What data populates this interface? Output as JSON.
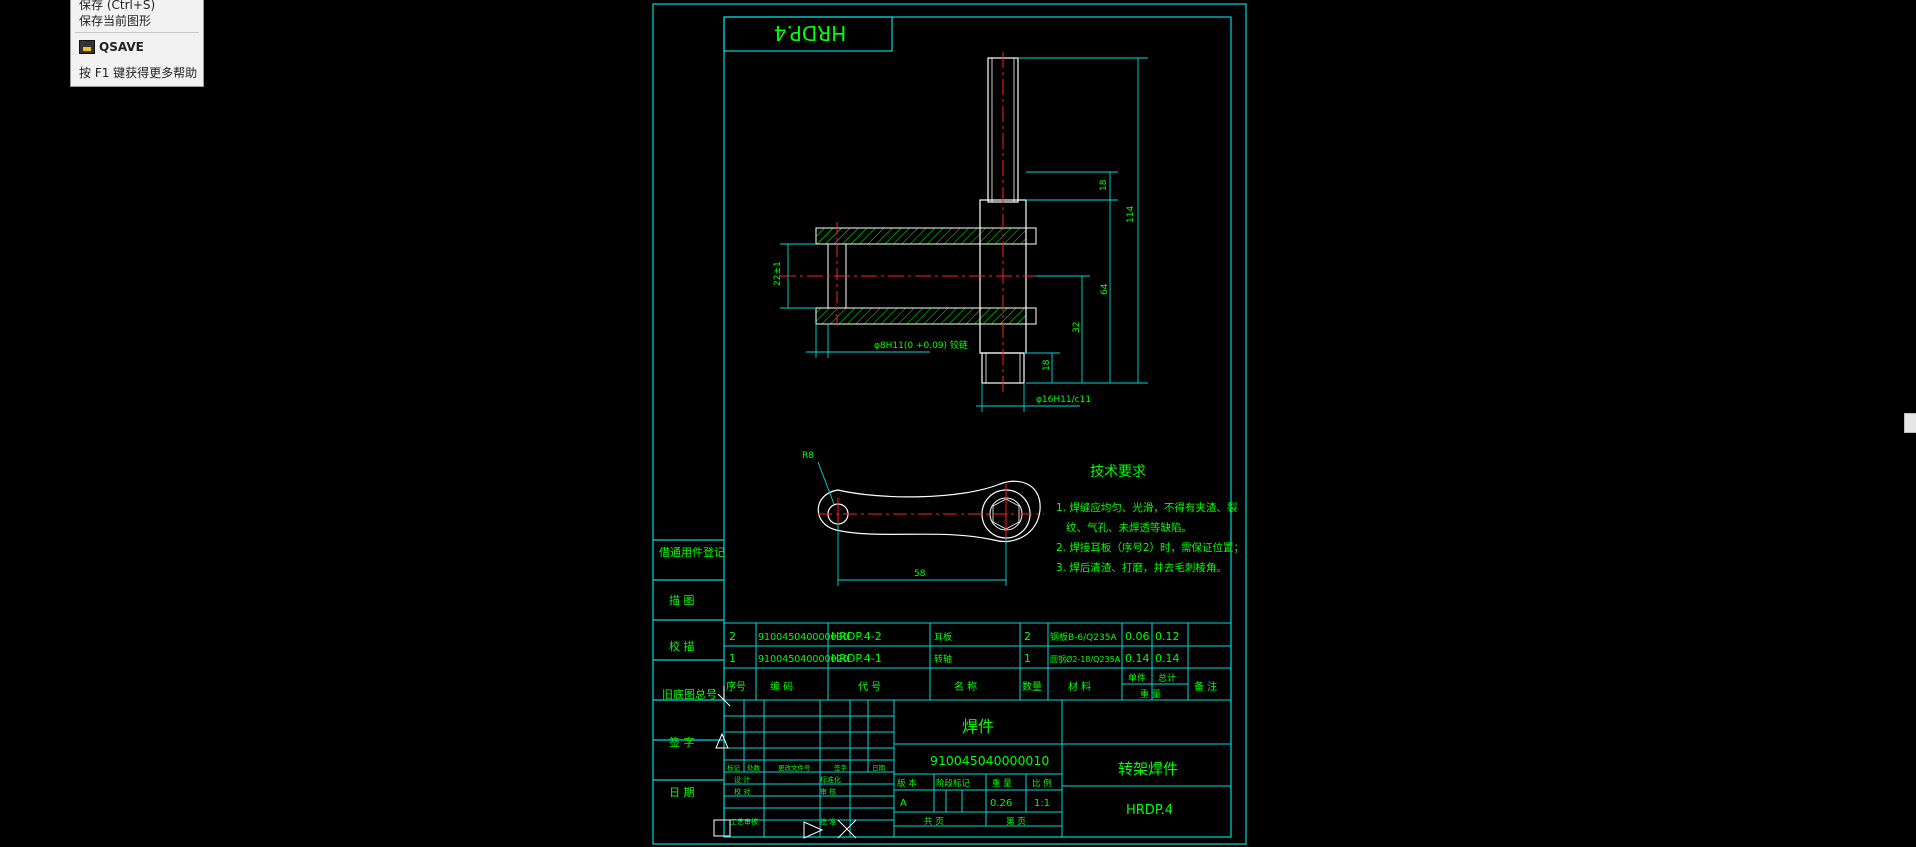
{
  "tooltip": {
    "line1": "保存 (Ctrl+S)",
    "line2": "保存当前图形",
    "command": "QSAVE",
    "help": "按 F1 键获得更多帮助"
  },
  "drawing": {
    "code_box": "HRDP.4",
    "dims": {
      "d1": "18",
      "d2": "114",
      "d3": "64",
      "d4": "32",
      "d5": "18",
      "d6": "22±1",
      "d7": "φ8H11(0 +0.09) 铰链",
      "d8": "φ16H11/c11",
      "d9": "R8",
      "d10": "58"
    },
    "tech": {
      "title": "技术要求",
      "items": [
        "1. 焊缝应均匀、光滑，不得有夹渣、裂",
        "   纹、气孔、未焊透等缺陷。",
        "2. 焊接耳板（序号2）时，需保证位置；",
        "3. 焊后清渣、打磨，并去毛刺棱角。"
      ]
    },
    "side_labels": [
      "借通用件登记",
      "描 图",
      "校 描",
      "旧底图总号",
      "签 字",
      "日 期"
    ],
    "bom": [
      {
        "seq": "2",
        "code": "910045040000030",
        "part": "HRDP.4-2",
        "name": "耳板",
        "qty": "2",
        "material": "钢板B-6/Q235A",
        "unit": "0.06",
        "total": "0.12"
      },
      {
        "seq": "1",
        "code": "910045040000020",
        "part": "HRDP.4-1",
        "name": "转轴",
        "qty": "1",
        "material": "圆钢Ø2-18/Q235A",
        "unit": "0.14",
        "total": "0.14"
      }
    ],
    "bom_head": {
      "seq": "序号",
      "code": "编 码",
      "part": "代 号",
      "name": "名 称",
      "qty": "数量",
      "material": "材 料",
      "unit": "单件",
      "total": "总计",
      "weight": "重 量",
      "remark": "备 注"
    },
    "title_block": {
      "name": "焊件",
      "code_no": "910045040000010",
      "product": "转架焊件",
      "drawing_no": "HRDP.4",
      "stage_label": "版 本",
      "mark_label": "阶段标记",
      "weight_label": "重 量",
      "scale_label": "比 例",
      "stage": "A",
      "weight": "0.26",
      "scale": "1:1",
      "sheet_label": "共 页",
      "of_label": "第 页",
      "rev_cols": [
        "标记",
        "处数",
        "更改文件号",
        "签字",
        "日期"
      ],
      "sign_rows": [
        "设 计",
        "标准化",
        "校 对",
        "审 核",
        "工艺审核",
        "批 准"
      ]
    }
  },
  "colors": {
    "frame": "#00d8d8",
    "text": "#00ff00",
    "part": "#ffffff",
    "center": "#ff2020",
    "dim": "#00d8d8",
    "tooltip_bg": "#f2f2f2"
  }
}
